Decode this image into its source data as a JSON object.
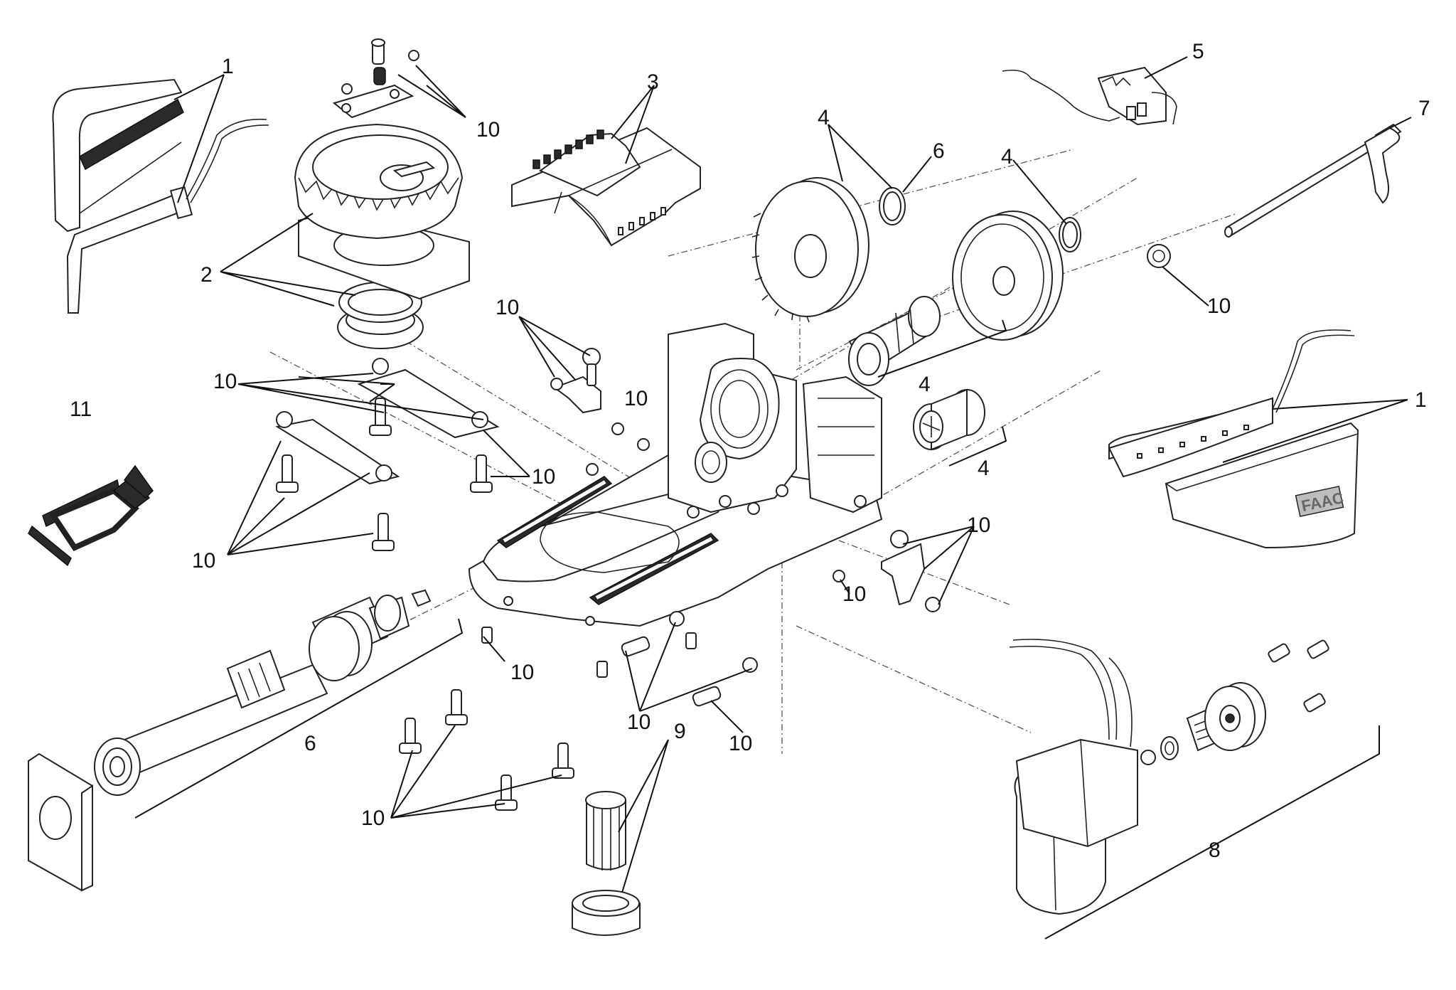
{
  "diagram": {
    "title": "Exploded parts diagram of a gear motor operator",
    "logo_text": "FAAC",
    "labels": {
      "l1a": "1",
      "l1b": "1",
      "l2": "2",
      "l3": "3",
      "l4a": "4",
      "l4b": "4",
      "l4c": "4",
      "l4d": "4",
      "l5": "5",
      "l6a": "6",
      "l6b": "6",
      "l7": "7",
      "l8": "8",
      "l9": "9",
      "l10a": "10",
      "l10b": "10",
      "l10c": "10",
      "l10d": "10",
      "l10e": "10",
      "l10f": "10",
      "l10g": "10",
      "l10h": "10",
      "l10i": "10",
      "l10j": "10",
      "l10k": "10",
      "l10l": "10",
      "l11": "11"
    }
  }
}
